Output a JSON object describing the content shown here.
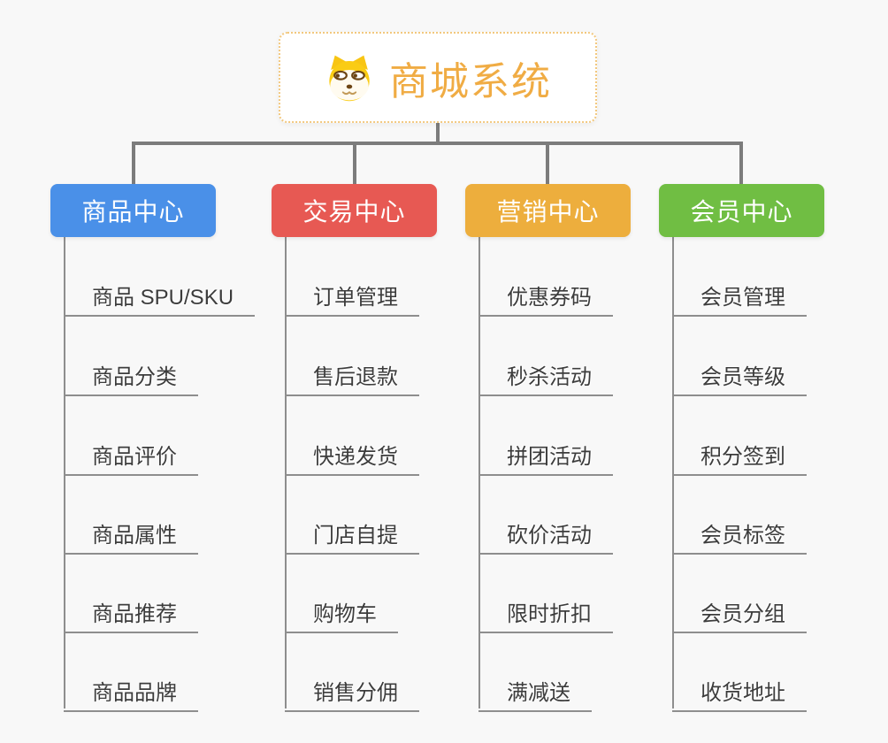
{
  "root": {
    "title": "商城系统",
    "icon": "dog-face-icon"
  },
  "branches": [
    {
      "label": "商品中心",
      "color": "#4a90e8",
      "children": [
        "商品 SPU/SKU",
        "商品分类",
        "商品评价",
        "商品属性",
        "商品推荐",
        "商品品牌"
      ]
    },
    {
      "label": "交易中心",
      "color": "#e75953",
      "children": [
        "订单管理",
        "售后退款",
        "快递发货",
        "门店自提",
        "购物车",
        "销售分佣"
      ]
    },
    {
      "label": "营销中心",
      "color": "#edae3d",
      "children": [
        "优惠券码",
        "秒杀活动",
        "拼团活动",
        "砍价活动",
        "限时折扣",
        "满减送"
      ]
    },
    {
      "label": "会员中心",
      "color": "#70be43",
      "children": [
        "会员管理",
        "会员等级",
        "积分签到",
        "会员标签",
        "会员分组",
        "收货地址"
      ]
    }
  ],
  "colors": {
    "background": "#f8f8f8",
    "root_title": "#f0ac44",
    "root_border": "#f2c87e",
    "connector": "#7c7c7c",
    "leaf_line": "#8e8e8e",
    "leaf_text": "#3c3c3c"
  }
}
